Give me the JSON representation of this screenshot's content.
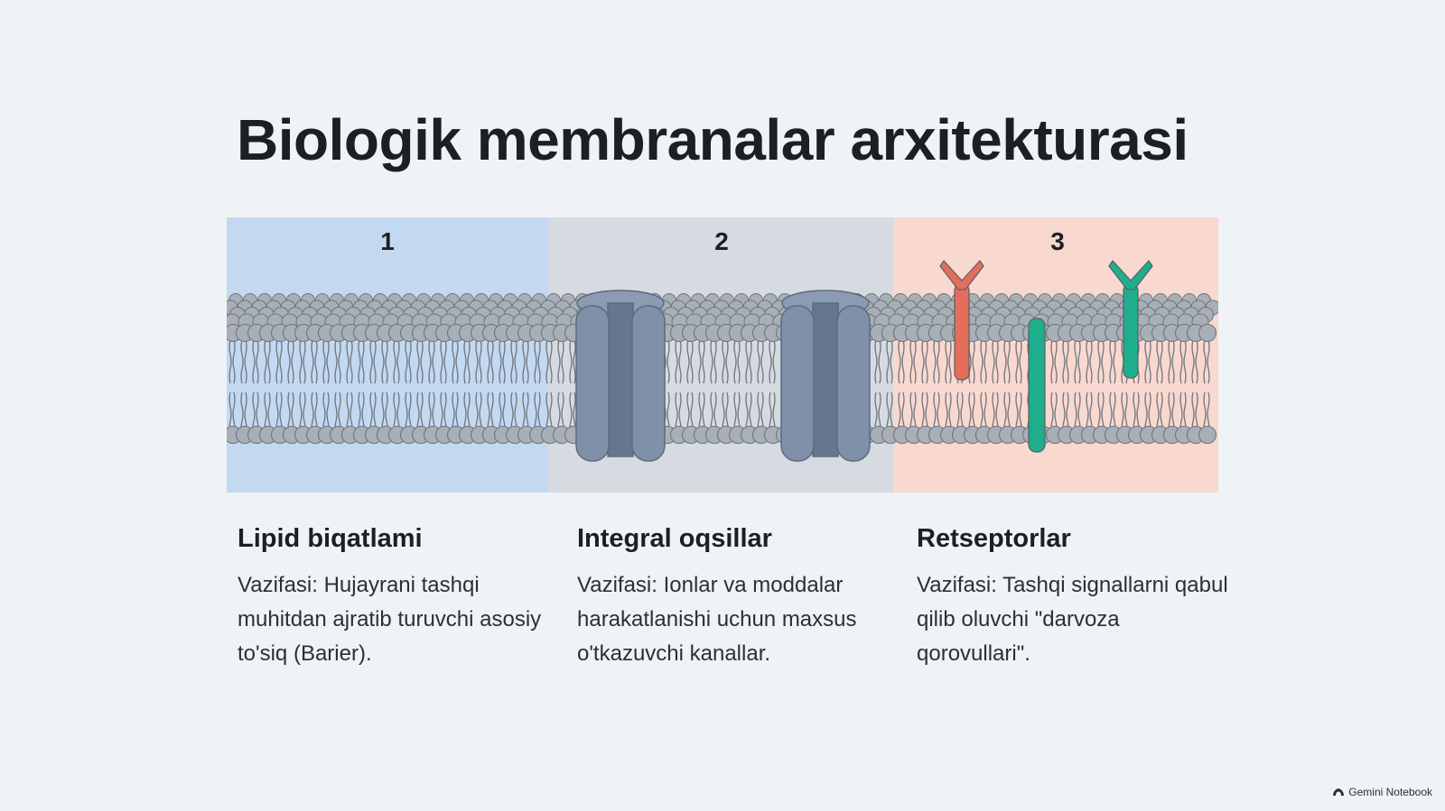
{
  "title": "Biologik membranalar arxitekturasi",
  "diagram": {
    "sections": [
      {
        "number": "1",
        "color": "#c3d8f1"
      },
      {
        "number": "2",
        "color": "#d5dbe1"
      },
      {
        "number": "3",
        "color": "#f9d8d0"
      }
    ],
    "elements": {
      "lipid_color": "#a9afb6",
      "channel_color": "#7f90a8",
      "receptor_colors": [
        "#e46e5b",
        "#1fae8b",
        "#1fae8b"
      ]
    }
  },
  "columns": [
    {
      "heading": "Lipid biqatlami",
      "text": "Vazifasi: Hujayrani tashqi muhitdan ajratib turuvchi asosiy to'siq (Barier)."
    },
    {
      "heading": "Integral oqsillar",
      "text": "Vazifasi: Ionlar va moddalar harakatlanishi uchun maxsus o'tkazuvchi kanallar."
    },
    {
      "heading": "Retseptorlar",
      "text": "Vazifasi: Tashqi signallarni qabul qilib oluvchi \"darvoza qorovullari\"."
    }
  ],
  "footer": {
    "brand": "Gemini Notebook",
    "icon": "notebook-logo-icon"
  }
}
